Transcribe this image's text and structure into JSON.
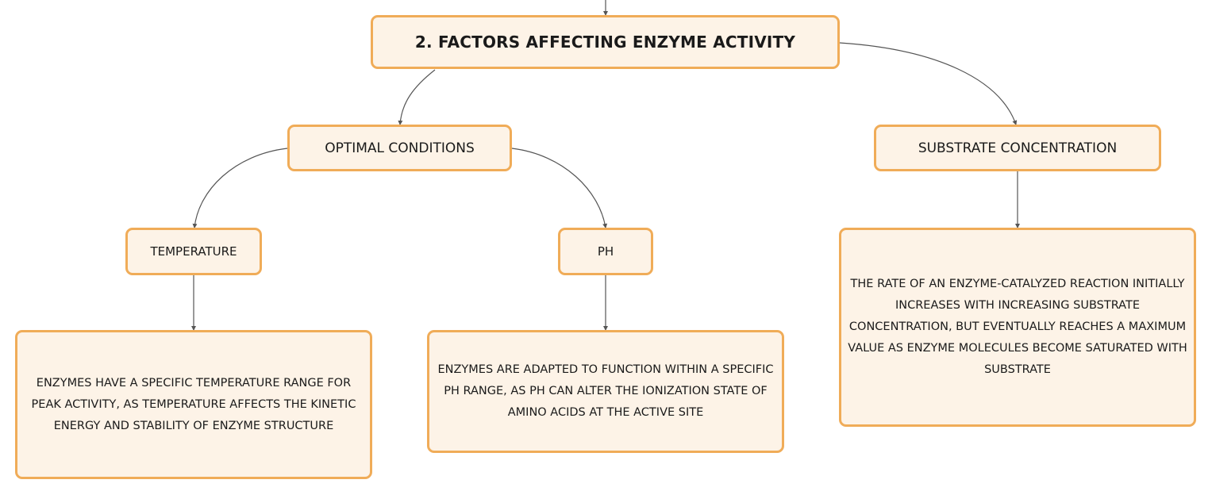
{
  "diagram": {
    "root": {
      "label": "2. FACTORS AFFECTING ENZYME ACTIVITY"
    },
    "optimal_conditions": {
      "label": "OPTIMAL CONDITIONS"
    },
    "substrate_concentration": {
      "label": "SUBSTRATE CONCENTRATION",
      "detail": "THE RATE OF AN ENZYME-CATALYZED REACTION INITIALLY INCREASES WITH INCREASING SUBSTRATE CONCENTRATION, BUT EVENTUALLY REACHES A MAXIMUM VALUE AS ENZYME MOLECULES BECOME SATURATED WITH SUBSTRATE"
    },
    "temperature": {
      "label": "TEMPERATURE",
      "detail": "ENZYMES HAVE A SPECIFIC TEMPERATURE RANGE FOR PEAK ACTIVITY, AS TEMPERATURE AFFECTS THE KINETIC ENERGY AND STABILITY OF ENZYME STRUCTURE"
    },
    "ph": {
      "label": "PH",
      "detail": "ENZYMES ARE ADAPTED TO FUNCTION WITHIN A SPECIFIC PH RANGE, AS PH CAN ALTER THE IONIZATION STATE OF AMINO ACIDS AT THE ACTIVE SITE"
    },
    "colors": {
      "node_fill": "#fdf3e7",
      "node_border": "#f0ac58",
      "connector": "#555555"
    }
  }
}
